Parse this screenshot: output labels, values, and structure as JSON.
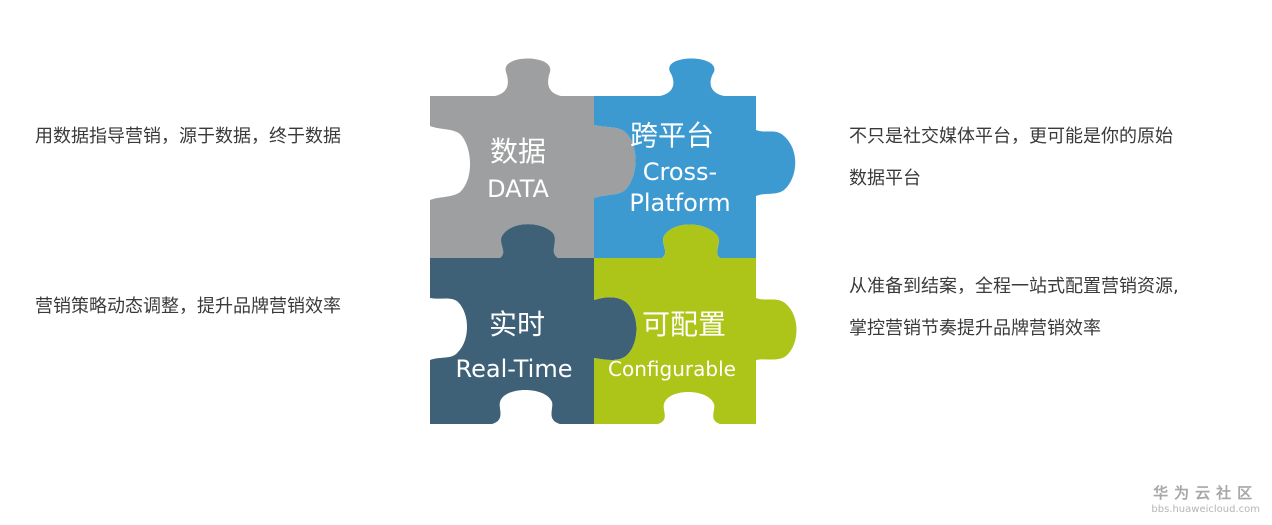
{
  "left_texts": {
    "top": "用数据指导营销，源于数据，终于数据",
    "bottom": "营销策略动态调整，提升品牌营销效率"
  },
  "right_texts": {
    "top_line1": "不只是社交媒体平台，更可能是你的原始",
    "top_line2": "数据平台",
    "bottom_line1": "从准备到结案，全程一站式配置营销资源,",
    "bottom_line2": "掌控营销节奏提升品牌营销效率"
  },
  "puzzle": {
    "data_piece": {
      "cn": "数据",
      "en": "DATA",
      "color": "#9e9fa0"
    },
    "platform_piece": {
      "cn": "跨平台",
      "en_line1": "Cross-",
      "en_line2": "Platform",
      "color": "#3d9ad1"
    },
    "realtime_piece": {
      "cn": "实时",
      "en": "Real-Time",
      "color": "#3e6178"
    },
    "config_piece": {
      "cn": "可配置",
      "en": "Configurable",
      "color": "#adc419"
    }
  },
  "watermark": {
    "title": "华为云社区",
    "url": "bbs.huaweicloud.com"
  }
}
